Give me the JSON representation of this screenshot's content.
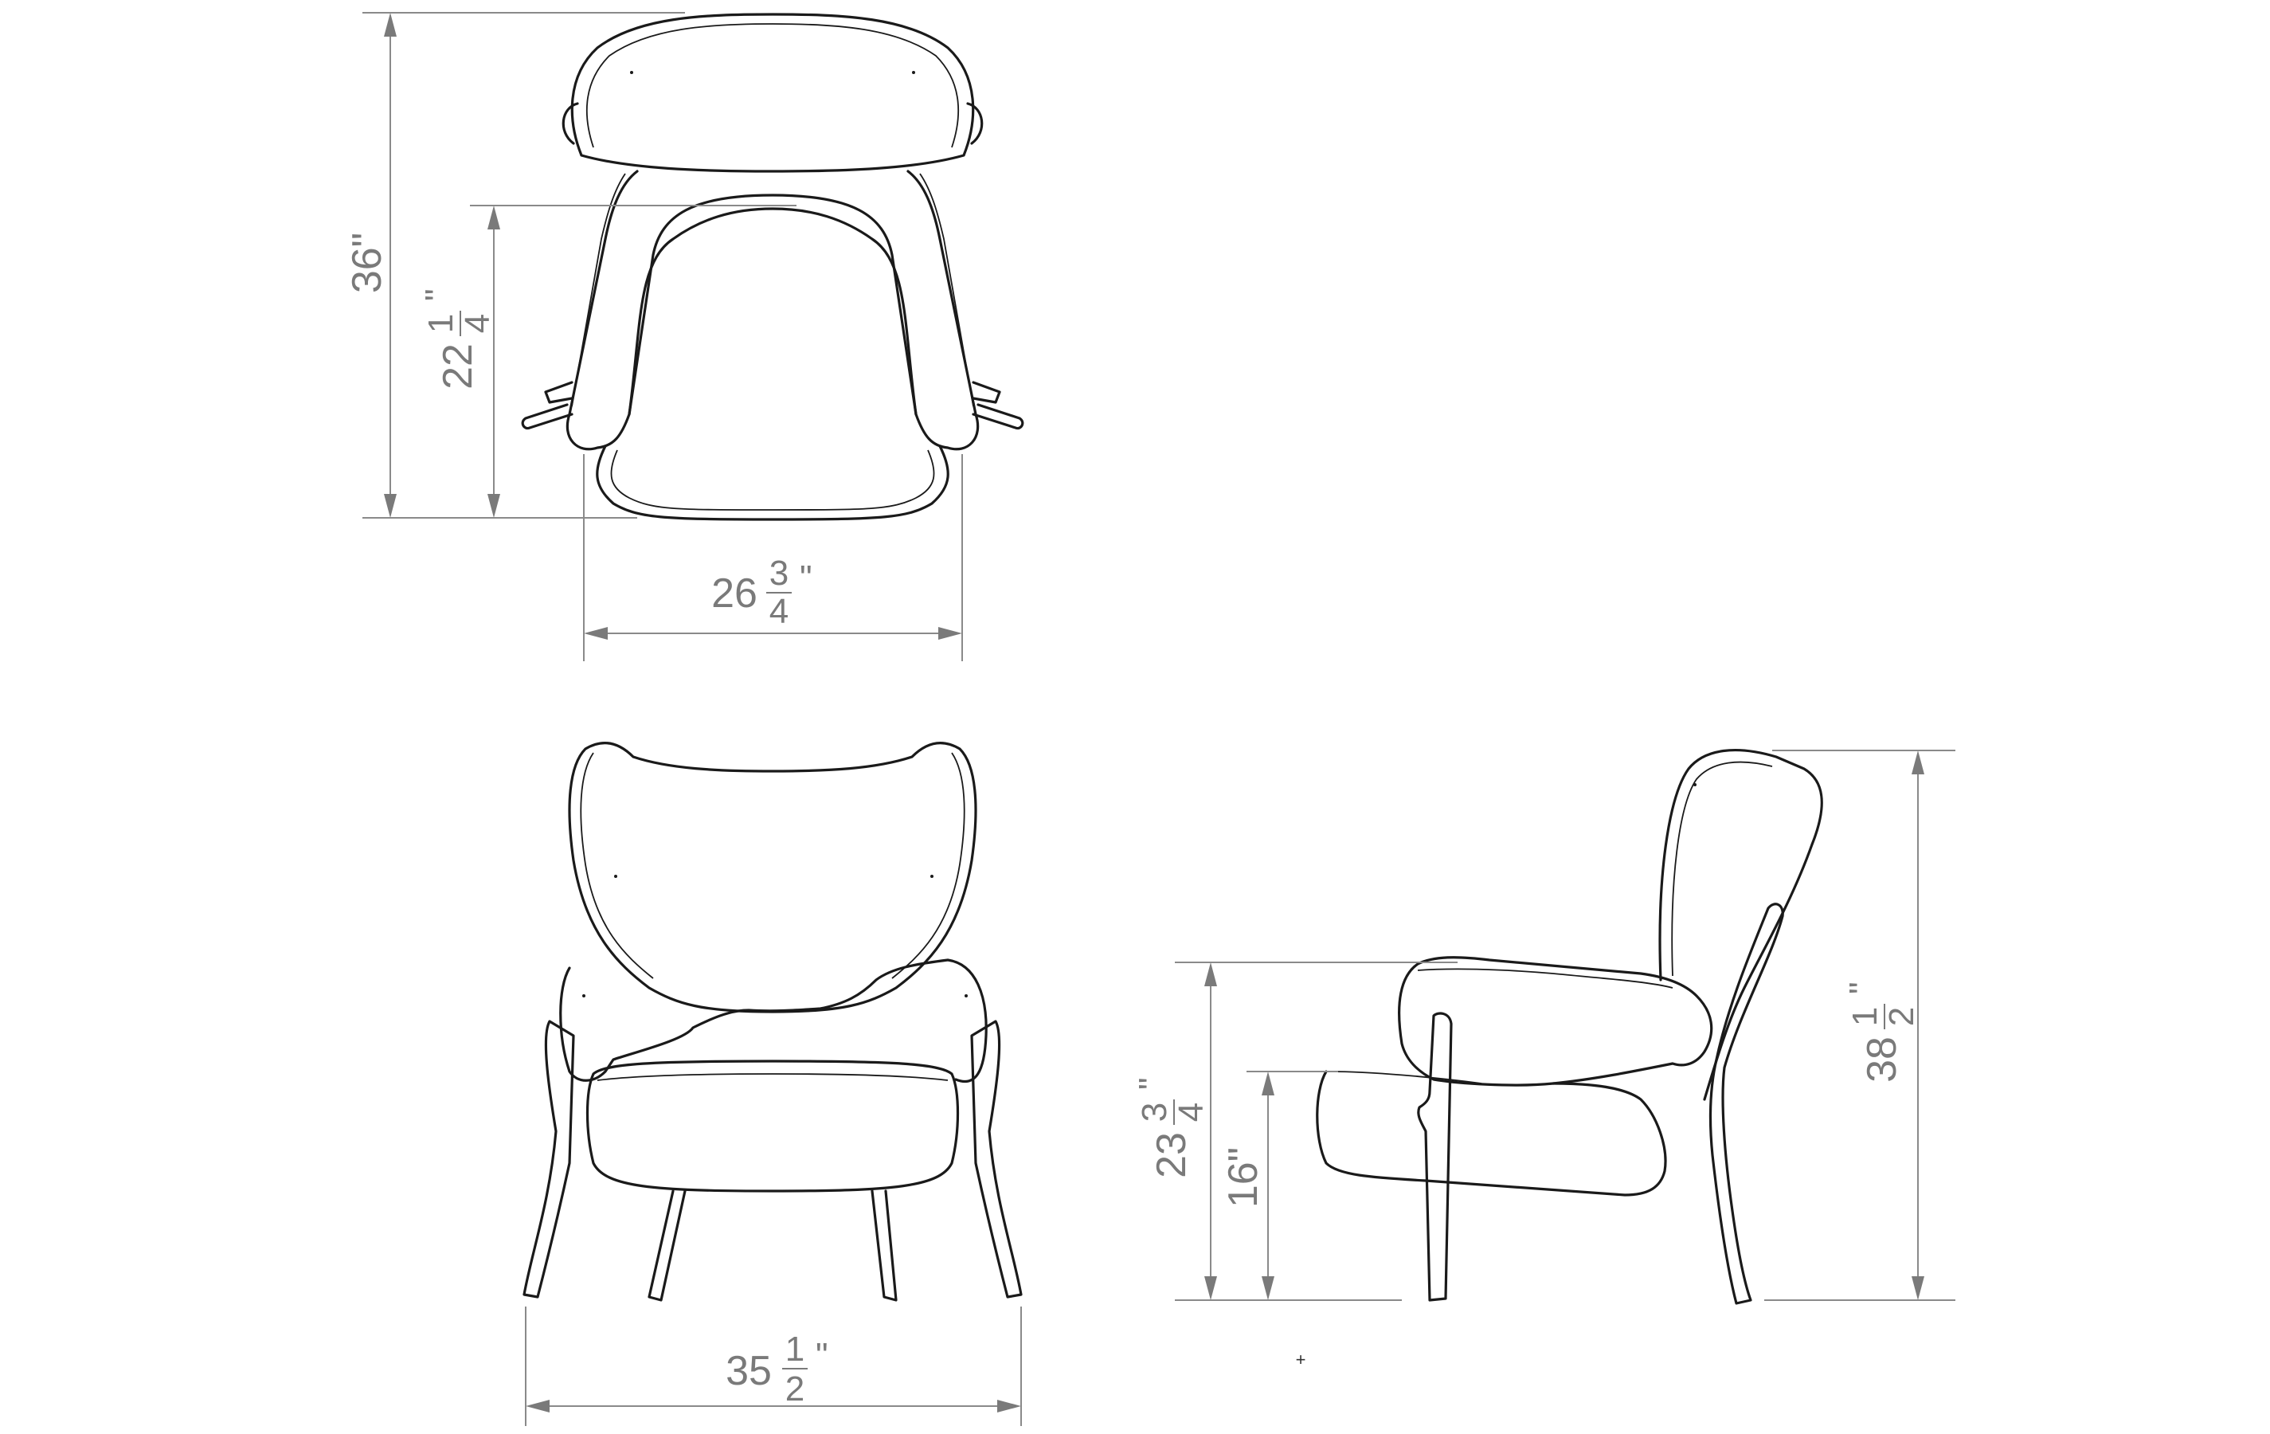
{
  "views": {
    "top": {
      "overall_depth": {
        "whole": "36",
        "unit": "\""
      },
      "seat_depth": {
        "whole": "22",
        "num": "1",
        "den": "4",
        "unit": "\""
      },
      "width": {
        "whole": "26",
        "num": "3",
        "den": "4",
        "unit": "\""
      }
    },
    "front": {
      "width": {
        "whole": "35",
        "num": "1",
        "den": "2",
        "unit": "\""
      }
    },
    "side": {
      "arm_height": {
        "whole": "23",
        "num": "3",
        "den": "4",
        "unit": "\""
      },
      "seat_height": {
        "whole": "16",
        "unit": "\""
      },
      "overall_height": {
        "whole": "38",
        "num": "1",
        "den": "2",
        "unit": "\""
      }
    }
  },
  "marks": {
    "crosshair": "+"
  }
}
